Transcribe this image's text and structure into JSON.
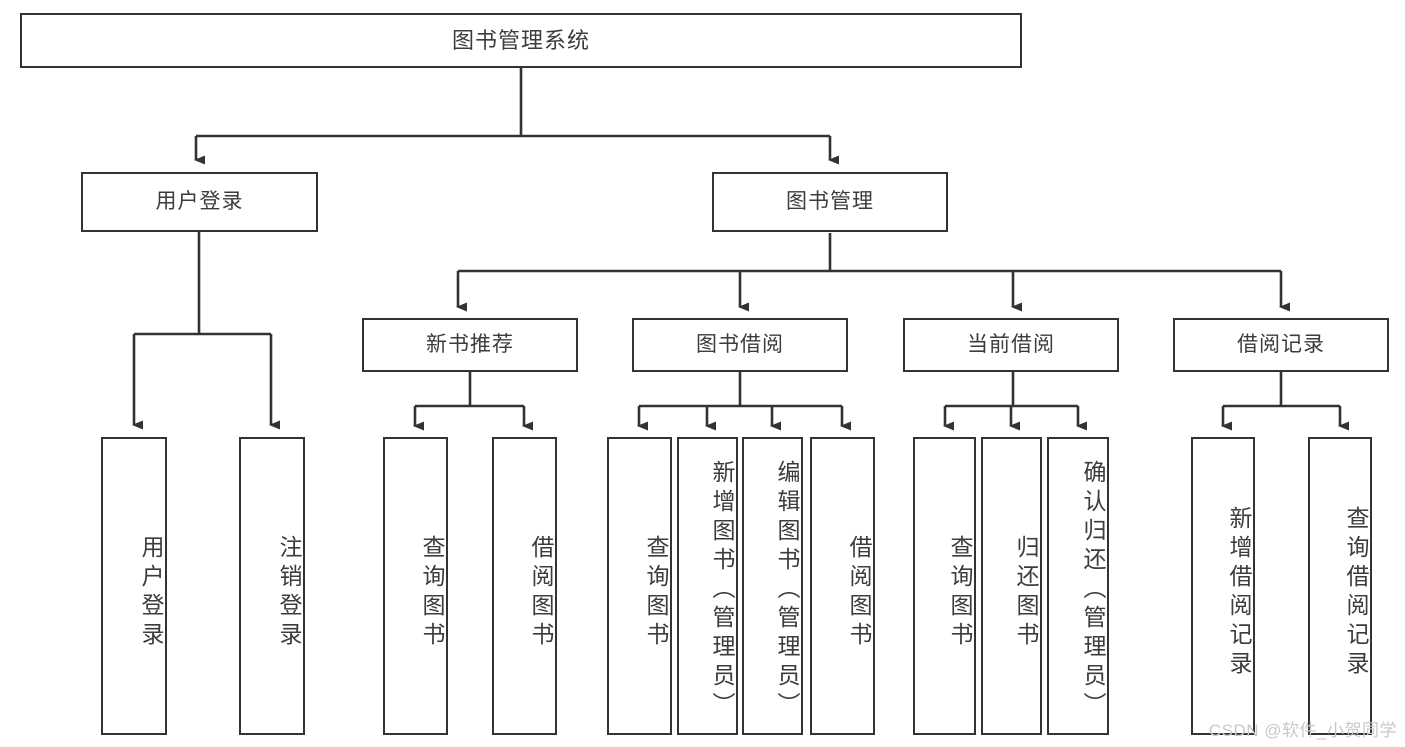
{
  "diagram": {
    "type": "tree",
    "title": "图书管理系统",
    "watermark": "CSDN @软件_小贺同学",
    "colors": {
      "stroke": "#333333",
      "box_fill": "#ffffff",
      "text": "#3c3c3c",
      "watermark": "#c9c9c9",
      "background": "#ffffff"
    },
    "root": {
      "label": "图书管理系统"
    },
    "level2": [
      {
        "id": "user-login",
        "label": "用户登录"
      },
      {
        "id": "book-manage",
        "label": "图书管理"
      }
    ],
    "level3": [
      {
        "id": "new-book-recommend",
        "label": "新书推荐",
        "parent": "book-manage"
      },
      {
        "id": "book-borrow",
        "label": "图书借阅",
        "parent": "book-manage"
      },
      {
        "id": "current-borrow",
        "label": "当前借阅",
        "parent": "book-manage"
      },
      {
        "id": "borrow-record",
        "label": "借阅记录",
        "parent": "book-manage"
      }
    ],
    "leaves": [
      {
        "id": "leaf-user-login",
        "label": "用户登录",
        "parent": "user-login"
      },
      {
        "id": "leaf-logout",
        "label": "注销登录",
        "parent": "user-login"
      },
      {
        "id": "leaf-query-book-1",
        "label": "查询图书",
        "parent": "new-book-recommend"
      },
      {
        "id": "leaf-borrow-book-1",
        "label": "借阅图书",
        "parent": "new-book-recommend"
      },
      {
        "id": "leaf-query-book-2",
        "label": "查询图书",
        "parent": "book-borrow"
      },
      {
        "id": "leaf-add-book",
        "label": "新增图书（管理员）",
        "parent": "book-borrow"
      },
      {
        "id": "leaf-edit-book",
        "label": "编辑图书（管理员）",
        "parent": "book-borrow"
      },
      {
        "id": "leaf-borrow-book-2",
        "label": "借阅图书",
        "parent": "book-borrow"
      },
      {
        "id": "leaf-query-book-3",
        "label": "查询图书",
        "parent": "current-borrow"
      },
      {
        "id": "leaf-return-book",
        "label": "归还图书",
        "parent": "current-borrow"
      },
      {
        "id": "leaf-confirm-return",
        "label": "确认归还（管理员）",
        "parent": "current-borrow"
      },
      {
        "id": "leaf-add-record",
        "label": "新增借阅记录",
        "parent": "borrow-record"
      },
      {
        "id": "leaf-query-record",
        "label": "查询借阅记录",
        "parent": "borrow-record"
      }
    ]
  }
}
